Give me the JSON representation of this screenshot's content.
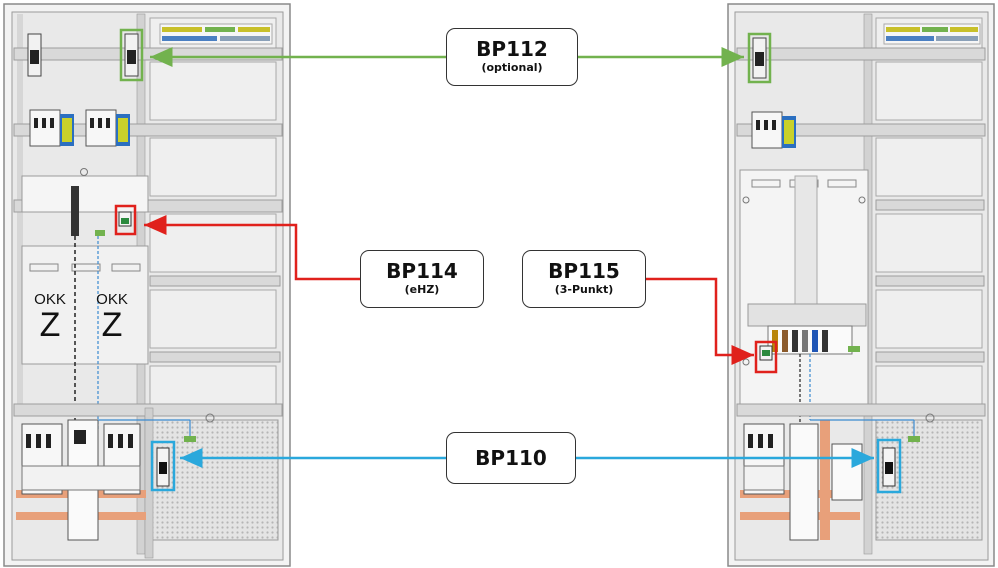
{
  "colors": {
    "green": "#72b24e",
    "red": "#e0211c",
    "blue": "#2aa8dc",
    "cabinet_fill": "#ebebeb",
    "cabinet_border": "#8a8a8a"
  },
  "callouts": {
    "bp112": {
      "title": "BP112",
      "subtitle": "(optional)"
    },
    "bp114": {
      "title": "BP114",
      "subtitle": "(eHZ)"
    },
    "bp115": {
      "title": "BP115",
      "subtitle": "(3-Punkt)"
    },
    "bp110": {
      "title": "BP110"
    }
  },
  "left_cabinet": {
    "meter_1": {
      "label": "OKK",
      "symbol": "Z"
    },
    "meter_2": {
      "label": "OKK",
      "symbol": "Z"
    }
  }
}
